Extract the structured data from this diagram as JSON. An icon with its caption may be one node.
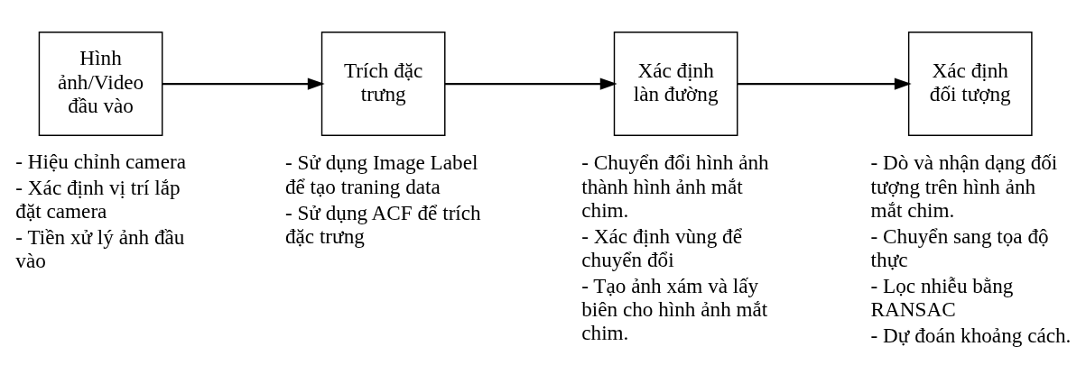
{
  "diagram": {
    "nodes": [
      {
        "text": [
          "Hình ảnh/Video đầu vào"
        ],
        "beside": [
          "- Hiệu chỉnh camera",
          "- Xác định vị trí lắp đặt camera",
          "- Tiền xử lý ảnh đầu vào"
        ]
      },
      {
        "text": [
          "Trích đặc trưng"
        ],
        "beside": [
          "- Sử dụng Image Label để tạo traning data",
          "- Sử dụng ACF để trích đặc trưng"
        ]
      },
      {
        "text": [
          "Xác định làn đường"
        ],
        "beside": [
          "- Chuyển đổi hình ảnh thành hình ảnh mắt chim.",
          "- Xác định vùng để chuyển đổi",
          "- Tạo ảnh xám và lấy biên cho hình ảnh mắt chim."
        ]
      },
      {
        "text": [
          "Xác định đối tượng"
        ],
        "beside": [
          "- Dò và nhận dạng đối tượng trên hình ảnh mắt chim.",
          "- Chuyển sang tọa độ thực",
          "- Lọc nhiễu bằng RANSAC",
          "- Dự đoán khoảng cách."
        ]
      }
    ],
    "edges": [
      {
        "from": 0,
        "to": 1,
        "arrow": "to"
      },
      {
        "from": 1,
        "to": 2,
        "arrow": "to"
      },
      {
        "from": 2,
        "to": 3,
        "arrow": "to"
      }
    ]
  }
}
